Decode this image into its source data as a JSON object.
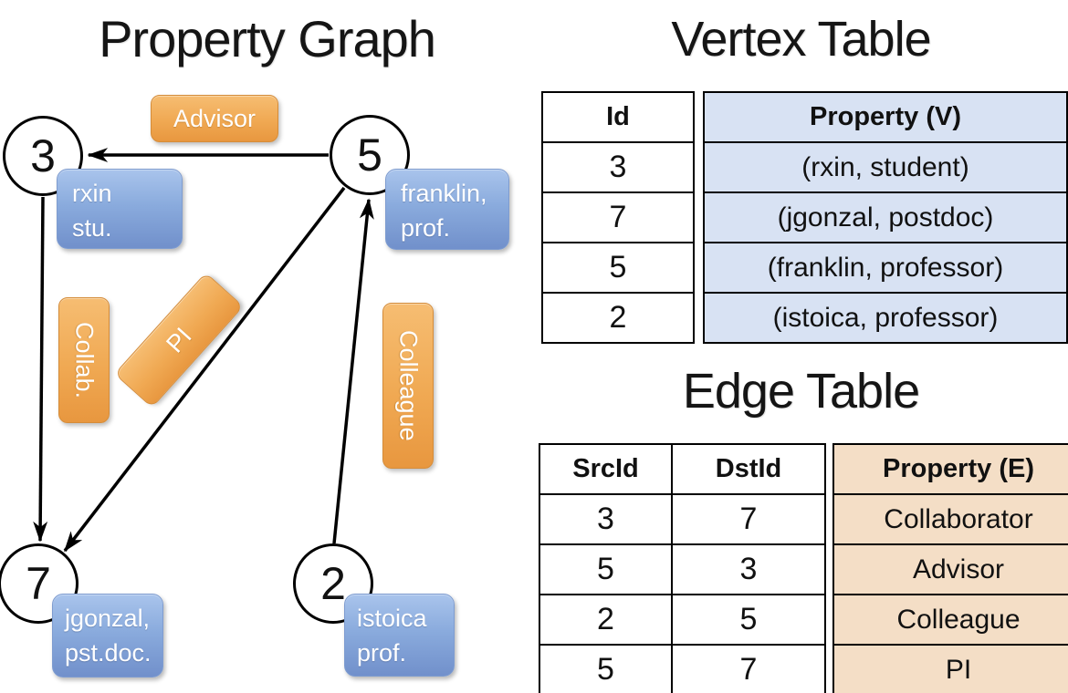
{
  "graph": {
    "title": "Property Graph",
    "nodes": [
      {
        "id": "3",
        "props": [
          "rxin",
          "stu."
        ]
      },
      {
        "id": "5",
        "props": [
          "franklin,",
          "prof."
        ]
      },
      {
        "id": "7",
        "props": [
          "jgonzal,",
          "pst.doc."
        ]
      },
      {
        "id": "2",
        "props": [
          "istoica",
          "prof."
        ]
      }
    ],
    "edges": [
      {
        "label": "Advisor",
        "src": "5",
        "dst": "3"
      },
      {
        "label": "Collab.",
        "src": "3",
        "dst": "7"
      },
      {
        "label": "PI",
        "src": "5",
        "dst": "7"
      },
      {
        "label": "Colleague",
        "src": "2",
        "dst": "5"
      }
    ]
  },
  "vertex_table": {
    "title": "Vertex Table",
    "headers": {
      "id": "Id",
      "property": "Property (V)"
    },
    "rows": [
      {
        "id": "3",
        "property": "(rxin, student)"
      },
      {
        "id": "7",
        "property": "(jgonzal, postdoc)"
      },
      {
        "id": "5",
        "property": "(franklin, professor)"
      },
      {
        "id": "2",
        "property": "(istoica, professor)"
      }
    ]
  },
  "edge_table": {
    "title": "Edge Table",
    "headers": {
      "src": "SrcId",
      "dst": "DstId",
      "property": "Property (E)"
    },
    "rows": [
      {
        "src": "3",
        "dst": "7",
        "property": "Collaborator"
      },
      {
        "src": "5",
        "dst": "3",
        "property": "Advisor"
      },
      {
        "src": "2",
        "dst": "5",
        "property": "Colleague"
      },
      {
        "src": "5",
        "dst": "7",
        "property": "PI"
      }
    ]
  },
  "colors": {
    "edge_label_orange": "#f0a953",
    "vertex_box_blue": "#8aabdd",
    "vertex_table_fill": "#d8e2f3",
    "edge_table_fill": "#f4dec6",
    "line_black": "#000000"
  }
}
